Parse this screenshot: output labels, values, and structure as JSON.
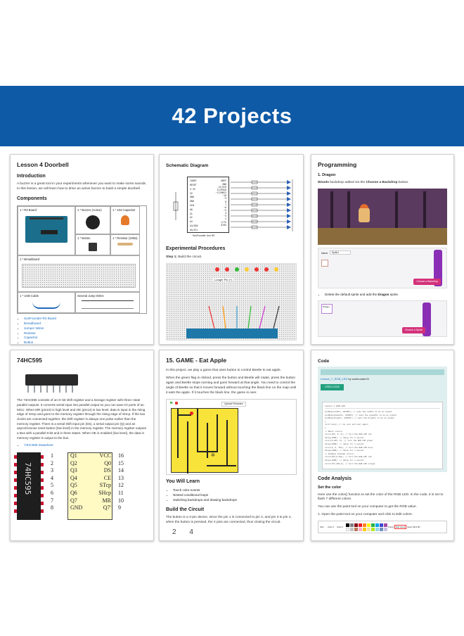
{
  "banner": {
    "title": "42 Projects",
    "color": "#0f5aa6"
  },
  "lesson4": {
    "title": "Lesson 4 Doorbell",
    "intro_heading": "Introduction",
    "intro_text": "A buzzer is a great tool in your experiments whenever you want to make some sounds. In this lesson, we will learn how to drive an active buzzer to build a simple doorbell.",
    "components_heading": "Components",
    "cells": [
      "1 * R3 Board",
      "1 * Buzzer (Active)",
      "1 * 104 Capacitor",
      "1 * Button",
      "1 * Resistor (10kΩ)",
      "1 * Breadboard",
      "1 * USB Cable",
      "Several Jump Wires"
    ],
    "links": [
      "SunFounder R3 Board",
      "Breadboard",
      "Jumper Wires",
      "Resistor",
      "Capacitor",
      "Button"
    ]
  },
  "schematic": {
    "title": "Schematic Diagram",
    "ic_pins": [
      "IOREF",
      "RESET",
      "3.3V",
      "5V",
      "GND",
      "GND",
      "VIN",
      "A0",
      "A1",
      "A2",
      "A3",
      "A4/SDA",
      "A5/SCL"
    ],
    "ic_pins_right": [
      "AREF",
      "GND",
      "13/SCK",
      "12/MISO",
      "~11/MOSI",
      "~10",
      "~9",
      "8",
      "7",
      "~6",
      "~5",
      "4",
      "~3",
      "2",
      "1/TX",
      "0/RX"
    ],
    "board_label": "SunFounder Uno R3",
    "procedures_heading": "Experimental Procedures",
    "step_label": "Step 1:",
    "step_text": "Build the circuit.",
    "photo_label": "Longer Pin (+)"
  },
  "programming": {
    "title": "Programming",
    "item": "1. Dragon",
    "line_bold": "Woods",
    "line_text": "backdrop added via the",
    "line_bold2": "Choose a Backdrop",
    "line_end": "button.",
    "bullet": "Delete the default sprite and add the",
    "bullet_bold": "Dragon",
    "bullet_end": "sprite.",
    "choose_backdrop_btn": "Choose a Backdrop",
    "choose_sprite_btn": "Choose a Sprite",
    "sprite_field_label": "Name",
    "sprite_field_value": "Sprite1",
    "sprite_name": "Dragon"
  },
  "hc595": {
    "title": "74HC595",
    "text": "The 74HC595 consists of an 8−bit shift register and a storage register with three−state parallel outputs. It converts serial input into parallel output so you can save IO ports of an MCU. When MR (pin10) is high level and OE (pin13) is low level, data is input in the rising edge of SHcp and goes to the memory register through the rising edge of SHcp. If the two clocks are connected together, the shift register is always one pulse earlier than the memory register. There is a serial shift input pin (Ds), a serial output pin (Q) and an asynchronous reset button (low level) in the memory register. The memory register outputs a Bus with a parallel 8-bit and in three states. When OE is enabled (low level), the data in memory register is output to the bus.",
    "datasheet_link": "74HC595 Datasheet",
    "chip_label": "74HC595",
    "left_nums": [
      "1",
      "2",
      "3",
      "4",
      "5",
      "6",
      "7",
      "8"
    ],
    "left_pins": [
      "Q1",
      "Q2",
      "Q3",
      "Q4",
      "Q5",
      "Q6",
      "Q7",
      "GND"
    ],
    "right_pins": [
      "VCC",
      "Q0",
      "DS",
      "CE",
      "STcp",
      "SHcp",
      "MR",
      "Q7'"
    ],
    "right_nums": [
      "16",
      "15",
      "14",
      "13",
      "12",
      "11",
      "10",
      "9"
    ]
  },
  "game": {
    "title": "15. GAME - Eat Apple",
    "p1": "In this project, we play a game that uses button to control Beetle to eat apple.",
    "p2": "When the green flag is clicked, press the button and Beetle will rotate, press the button again and Beetle stops running and goes forward at that angle. You need to control the angle of Beetle so that it moves forward without touching the black line on the map until it eats the apple. If it touches the black line, the game is over.",
    "upload_label": "Upload Firmware",
    "learn_heading": "You Will Learn",
    "learn_items": [
      "Touch color events",
      "Nested conditional loops",
      "Switching backdrops and drawing backdrops"
    ],
    "build_heading": "Build the Circuit",
    "build_text": "The button is a 4-pin device, since the pin 1 is connected to pin 2, and pin 3 to pin 4, when the button is pressed, the 4 pins are connected, thus closing the circuit.",
    "page_nums": "2 4"
  },
  "code": {
    "title": "Code",
    "lesson_link": "Lesson_7_RGB_LED",
    "by_text": "by sunfounder01",
    "open_code_btn": "OPEN CODE",
    "file_name": "Lesson_7_RGB_LED",
    "code_lines": [
      "pinMode(redPin, OUTPUT); // sets the redPin to be an output",
      "pinMode(greenPin, OUTPUT); // sets the greenPin to be an output",
      "pinMode(bluePin, OUTPUT); // sets the bluePin to be an output",
      "}",
      "void loop() // run over and over again",
      "{",
      "  // Basic colors:",
      "  color(255, 0, 0); // turn the RGB LED red",
      "  delay(1000); // delay for 1 second",
      "  color(0,255, 0); // turn the RGB LED green",
      "  delay(1000); // delay for 1 second",
      "  color(0, 0, 255); // turn the RGB LED blue",
      "  delay(1000); // delay for 1 second",
      "  // Example blended colors:",
      "  color(255,0,255); // turn the RGB LED red",
      "  delay(1000); // delay for 1 second",
      "  color(237,109,0); // turn the RGB LED orange"
    ],
    "analysis_heading": "Code Analysis",
    "set_color_heading": "Set the color",
    "analysis_p1": "Here use the color() function to set the color of the RGB LED. In the code, it is set to flash 7 different colors.",
    "analysis_p2": "You can use the paint tool on your computer to get the RGB value.",
    "analysis_p3": "1. Open the paint tool on your computer and click to Edit colors.",
    "paint_labels": [
      "Size",
      "Color 1",
      "Color 2",
      "Colors",
      "Edit colors",
      "Open Paint 3D"
    ]
  }
}
